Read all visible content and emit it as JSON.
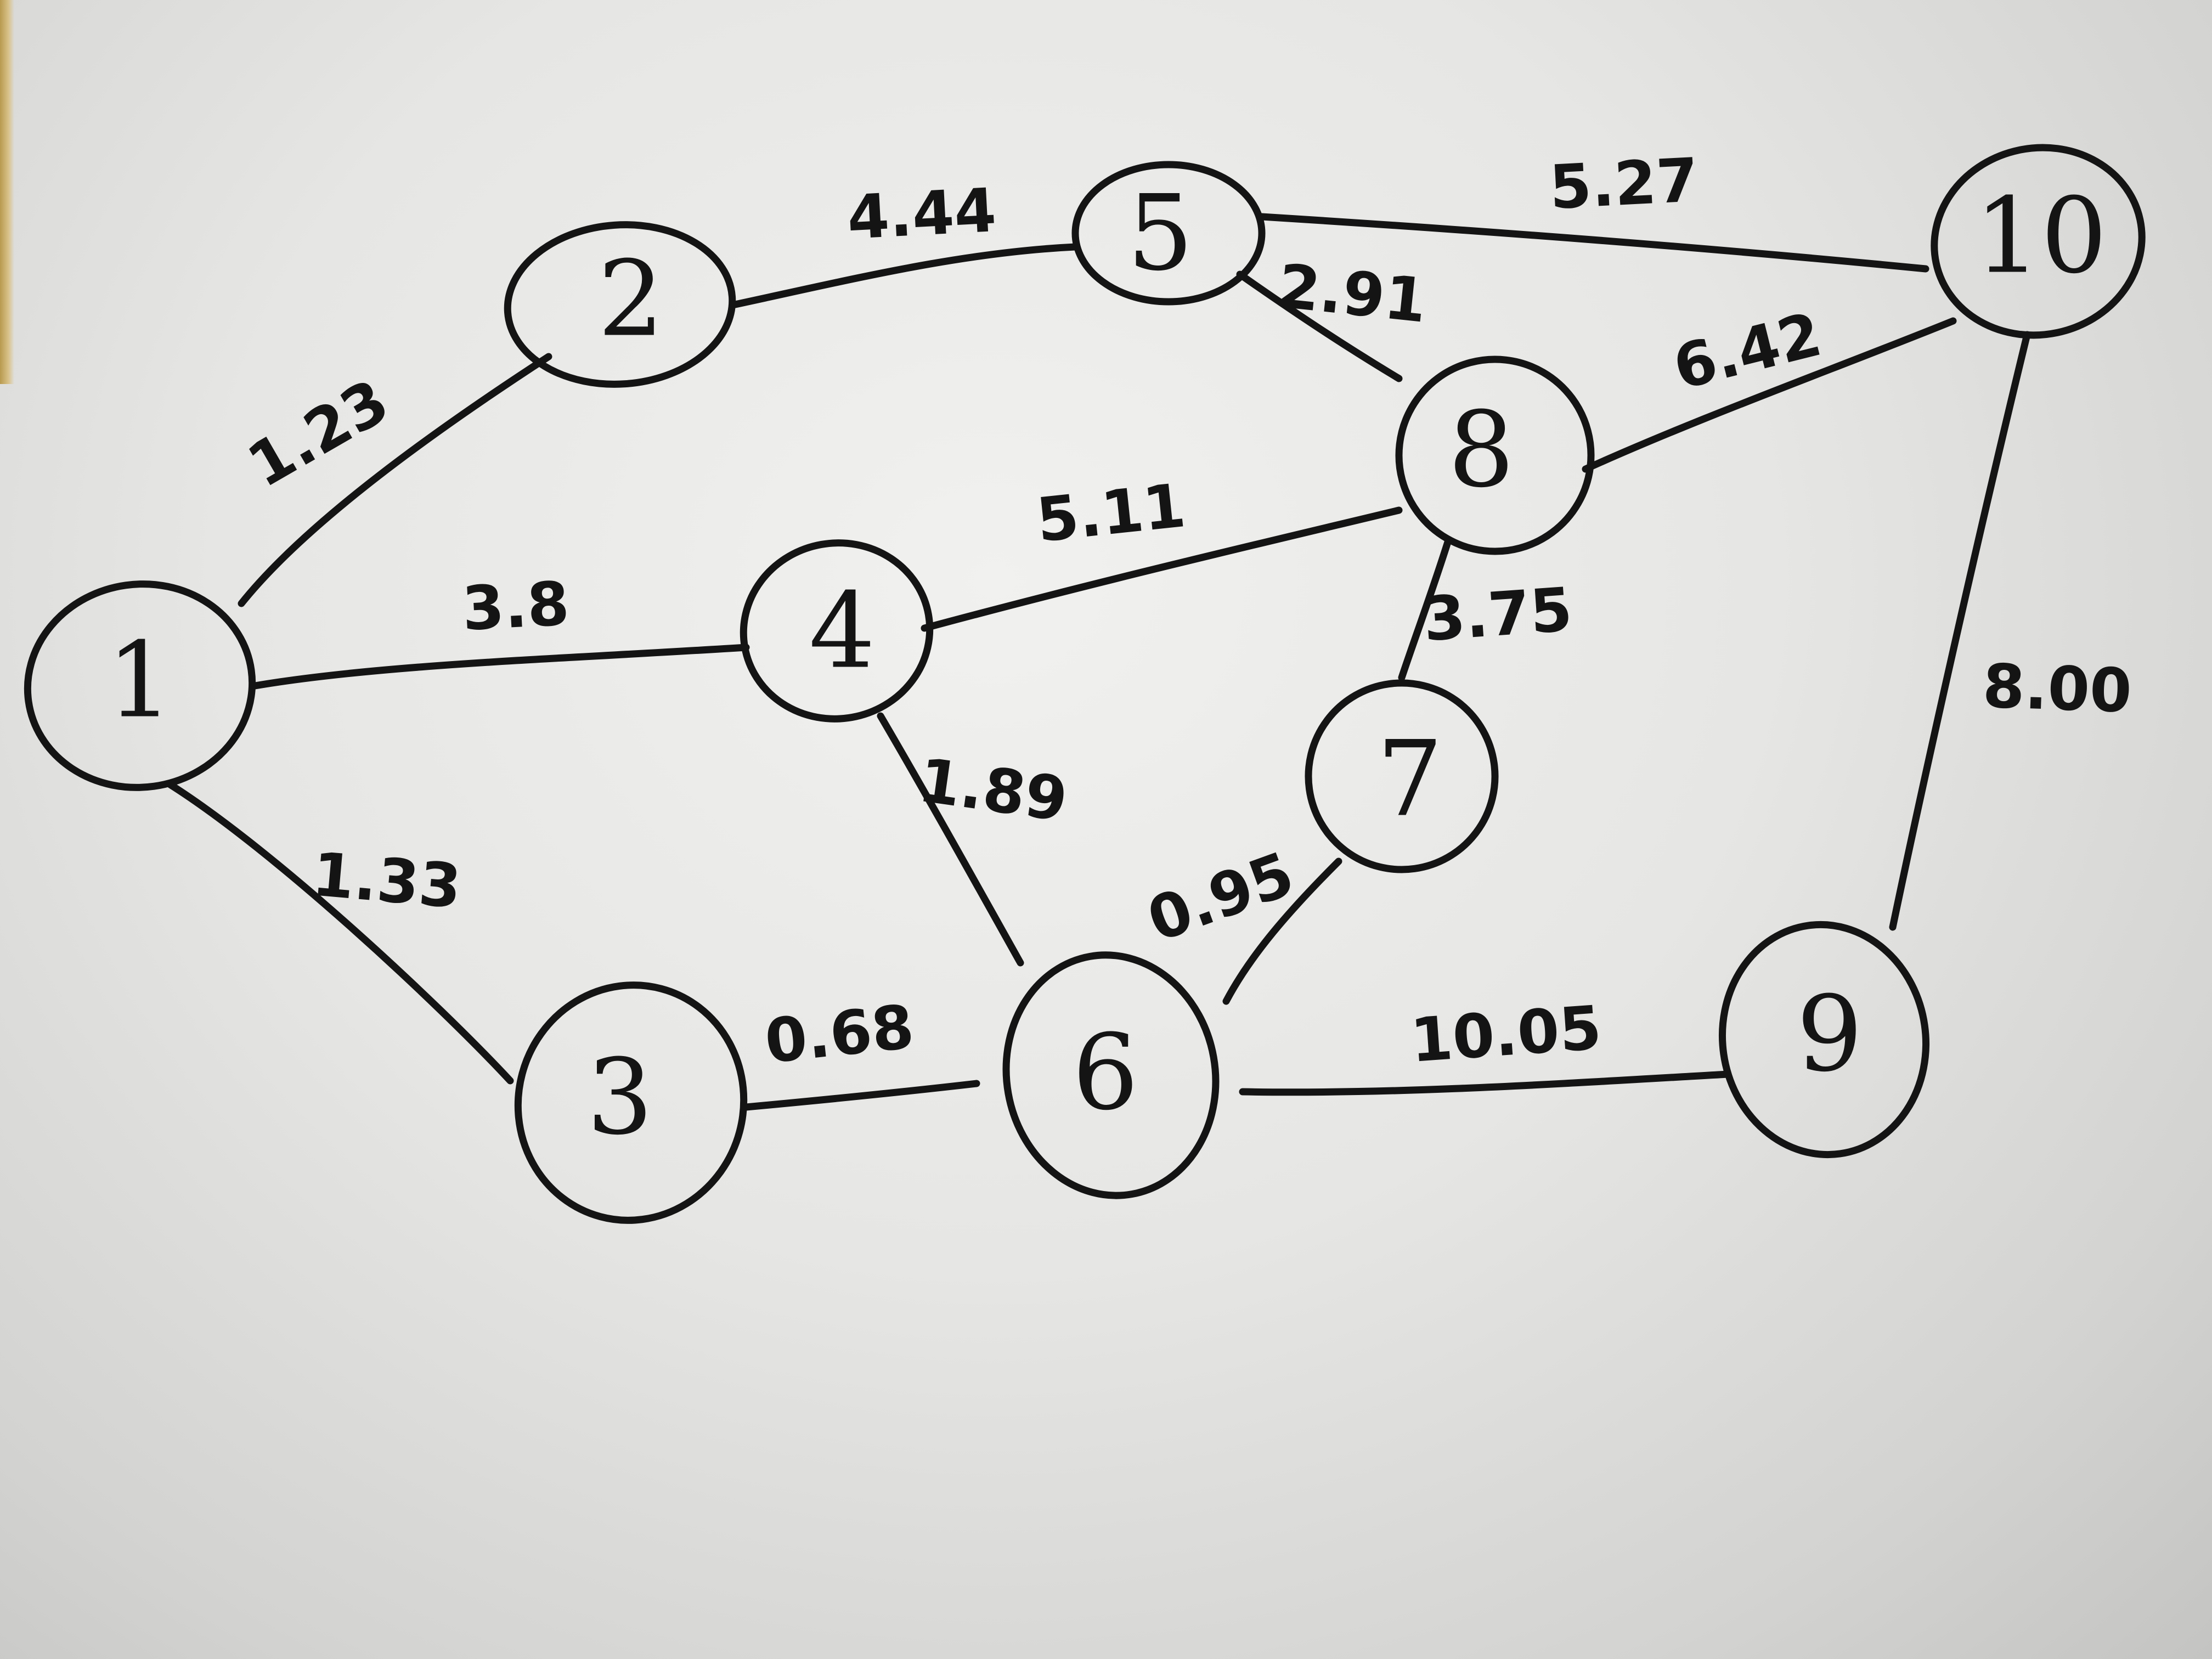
{
  "nodes": [
    {
      "id": "1",
      "label": "1"
    },
    {
      "id": "2",
      "label": "2"
    },
    {
      "id": "3",
      "label": "3"
    },
    {
      "id": "4",
      "label": "4"
    },
    {
      "id": "5",
      "label": "5"
    },
    {
      "id": "6",
      "label": "6"
    },
    {
      "id": "7",
      "label": "7"
    },
    {
      "id": "8",
      "label": "8"
    },
    {
      "id": "9",
      "label": "9"
    },
    {
      "id": "10",
      "label": "10"
    }
  ],
  "edges": [
    {
      "from": "1",
      "to": "2",
      "weight": "1.23"
    },
    {
      "from": "1",
      "to": "4",
      "weight": "3.8"
    },
    {
      "from": "1",
      "to": "3",
      "weight": "1.33"
    },
    {
      "from": "2",
      "to": "5",
      "weight": "4.44"
    },
    {
      "from": "5",
      "to": "10",
      "weight": "5.27"
    },
    {
      "from": "5",
      "to": "8",
      "weight": "2.91"
    },
    {
      "from": "8",
      "to": "10",
      "weight": "6.42"
    },
    {
      "from": "4",
      "to": "8",
      "weight": "5.11"
    },
    {
      "from": "8",
      "to": "7",
      "weight": "3.75"
    },
    {
      "from": "4",
      "to": "6",
      "weight": "1.89"
    },
    {
      "from": "6",
      "to": "7",
      "weight": "0.95"
    },
    {
      "from": "3",
      "to": "6",
      "weight": "0.68"
    },
    {
      "from": "6",
      "to": "9",
      "weight": "10.05"
    },
    {
      "from": "9",
      "to": "10",
      "weight": "8.00"
    }
  ]
}
